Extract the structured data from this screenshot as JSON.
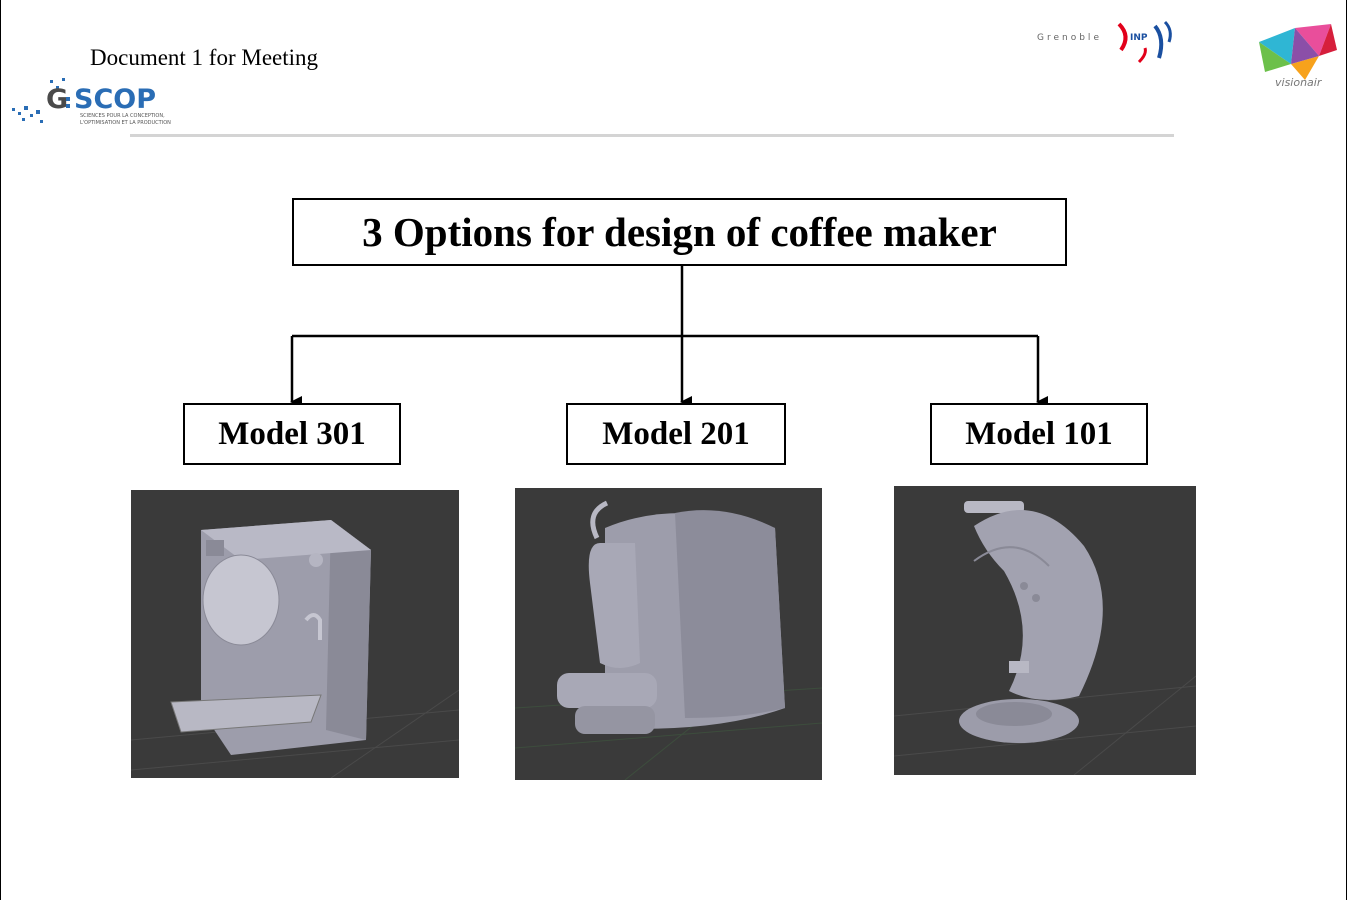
{
  "header": {
    "document_title": "Document 1 for Meeting",
    "logos": {
      "left": {
        "name": "G-SCOP",
        "wordmark": "G SCOP",
        "tagline_line1": "SCIENCES POUR LA CONCEPTION,",
        "tagline_line2": "L'OPTIMISATION ET LA PRODUCTION"
      },
      "right_1": {
        "name": "Grenoble INP",
        "wordmark_left": "Grenoble",
        "wordmark_right": "INP"
      },
      "right_2": {
        "name": "Visionair",
        "wordmark": "visionair"
      }
    }
  },
  "diagram": {
    "root_label": "3 Options for design of coffee maker",
    "children": [
      {
        "label": "Model 301",
        "image_alt": "3D render of coffee maker Model 301"
      },
      {
        "label": "Model 201",
        "image_alt": "3D render of coffee maker Model 201"
      },
      {
        "label": "Model 101",
        "image_alt": "3D render of coffee maker Model 101"
      }
    ]
  },
  "colors": {
    "render_background": "#3a3a3a",
    "model_gray": "#a9a9b5",
    "inp_red": "#e2001a",
    "inp_blue": "#1a4fa0",
    "gscop_blue": "#2a6db5"
  }
}
